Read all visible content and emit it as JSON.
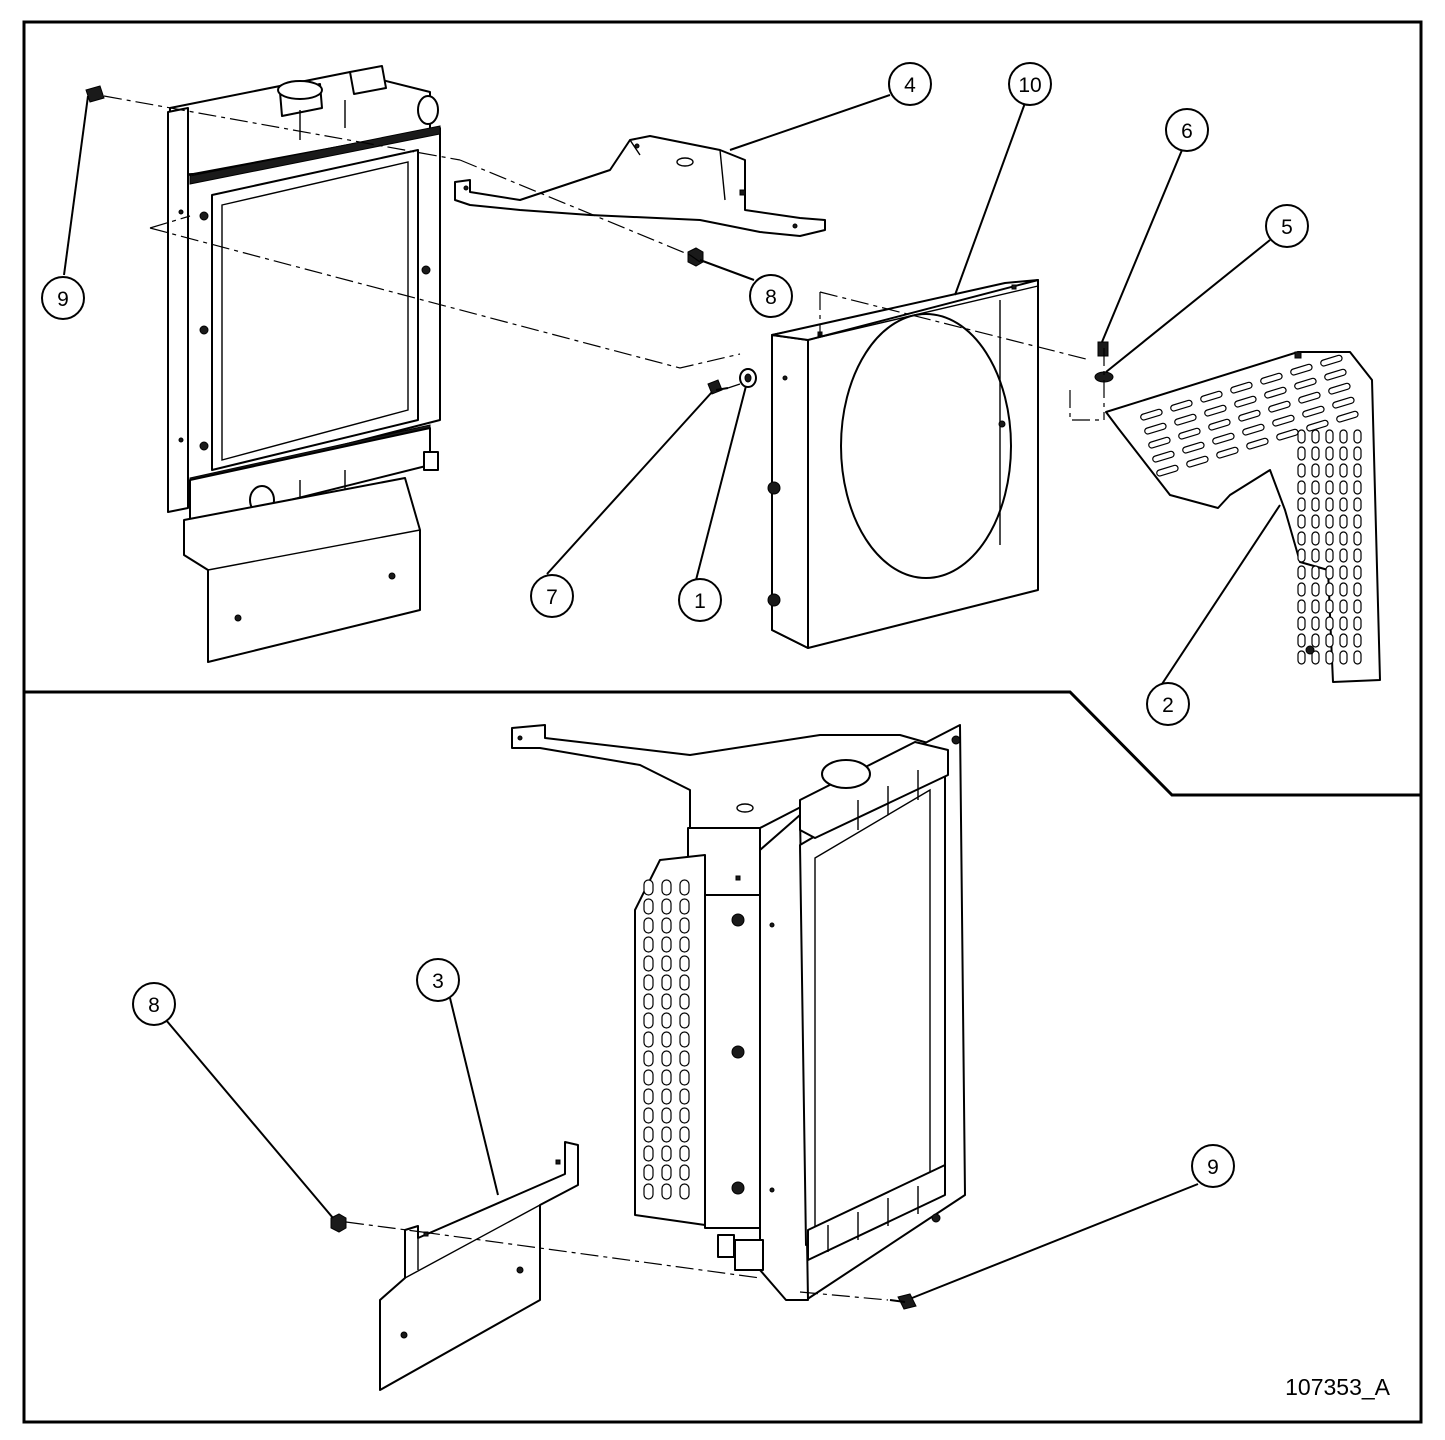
{
  "figure_id": "107353_A",
  "callouts": {
    "c1": "1",
    "c2": "2",
    "c3": "3",
    "c4": "4",
    "c5": "5",
    "c6": "6",
    "c7": "7",
    "c8_top": "8",
    "c8_bottom": "8",
    "c9_top": "9",
    "c9_bottom": "9",
    "c10": "10"
  }
}
